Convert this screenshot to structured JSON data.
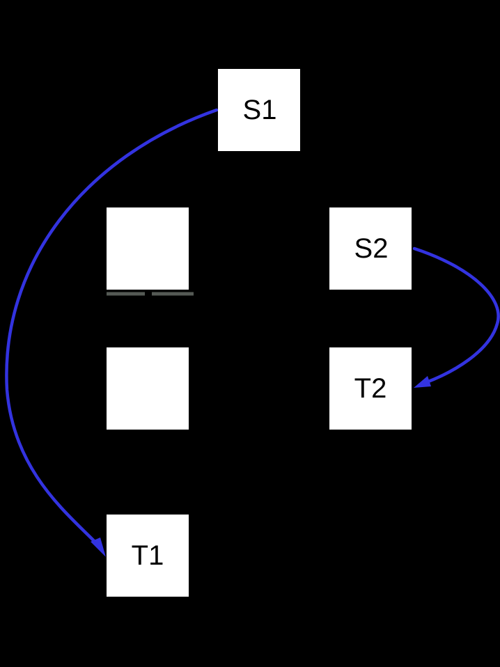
{
  "diagram": {
    "background": "#000000",
    "node_fill": "#ffffff",
    "text_color": "#000000",
    "edge_color": "#3333e0",
    "nodes": [
      {
        "id": "s1",
        "label": "S1"
      },
      {
        "id": "s2",
        "label": "S2"
      },
      {
        "id": "t2",
        "label": "T2"
      },
      {
        "id": "t1",
        "label": "T1"
      },
      {
        "id": "blank-top",
        "label": ""
      },
      {
        "id": "blank-bottom",
        "label": ""
      }
    ],
    "edges": [
      {
        "from": "S1",
        "to": "T1"
      },
      {
        "from": "S2",
        "to": "T2"
      }
    ]
  }
}
